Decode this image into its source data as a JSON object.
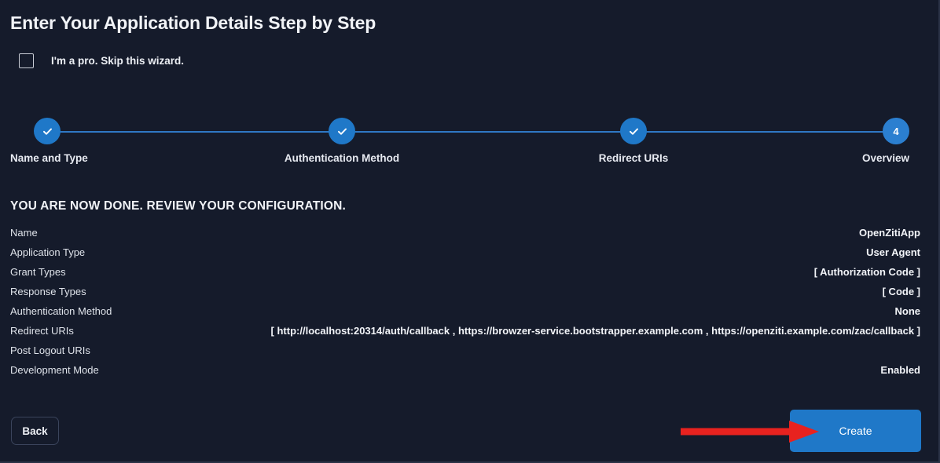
{
  "page": {
    "title": "Enter Your Application Details Step by Step",
    "background_color": "#151b2b",
    "accent_color": "#1f78c8",
    "annotation_color": "#e8221f"
  },
  "skip": {
    "label": "I'm a pro. Skip this wizard.",
    "checked": false
  },
  "stepper": {
    "current_step": 4,
    "steps": [
      {
        "number": "1",
        "label": "Name and Type",
        "state": "complete"
      },
      {
        "number": "2",
        "label": "Authentication Method",
        "state": "complete"
      },
      {
        "number": "3",
        "label": "Redirect URIs",
        "state": "complete"
      },
      {
        "number": "4",
        "label": "Overview",
        "state": "current"
      }
    ]
  },
  "review": {
    "heading": "YOU ARE NOW DONE. REVIEW YOUR CONFIGURATION.",
    "rows": [
      {
        "key": "Name",
        "value": "OpenZitiApp"
      },
      {
        "key": "Application Type",
        "value": "User Agent"
      },
      {
        "key": "Grant Types",
        "value": "[ Authorization Code ]"
      },
      {
        "key": "Response Types",
        "value": "[ Code ]"
      },
      {
        "key": "Authentication Method",
        "value": "None"
      },
      {
        "key": "Redirect URIs",
        "value": "[ http://localhost:20314/auth/callback , https://browzer-service.bootstrapper.example.com , https://openziti.example.com/zac/callback ]"
      },
      {
        "key": "Post Logout URIs",
        "value": ""
      },
      {
        "key": "Development Mode",
        "value": "Enabled"
      }
    ]
  },
  "footer": {
    "back_label": "Back",
    "create_label": "Create"
  }
}
